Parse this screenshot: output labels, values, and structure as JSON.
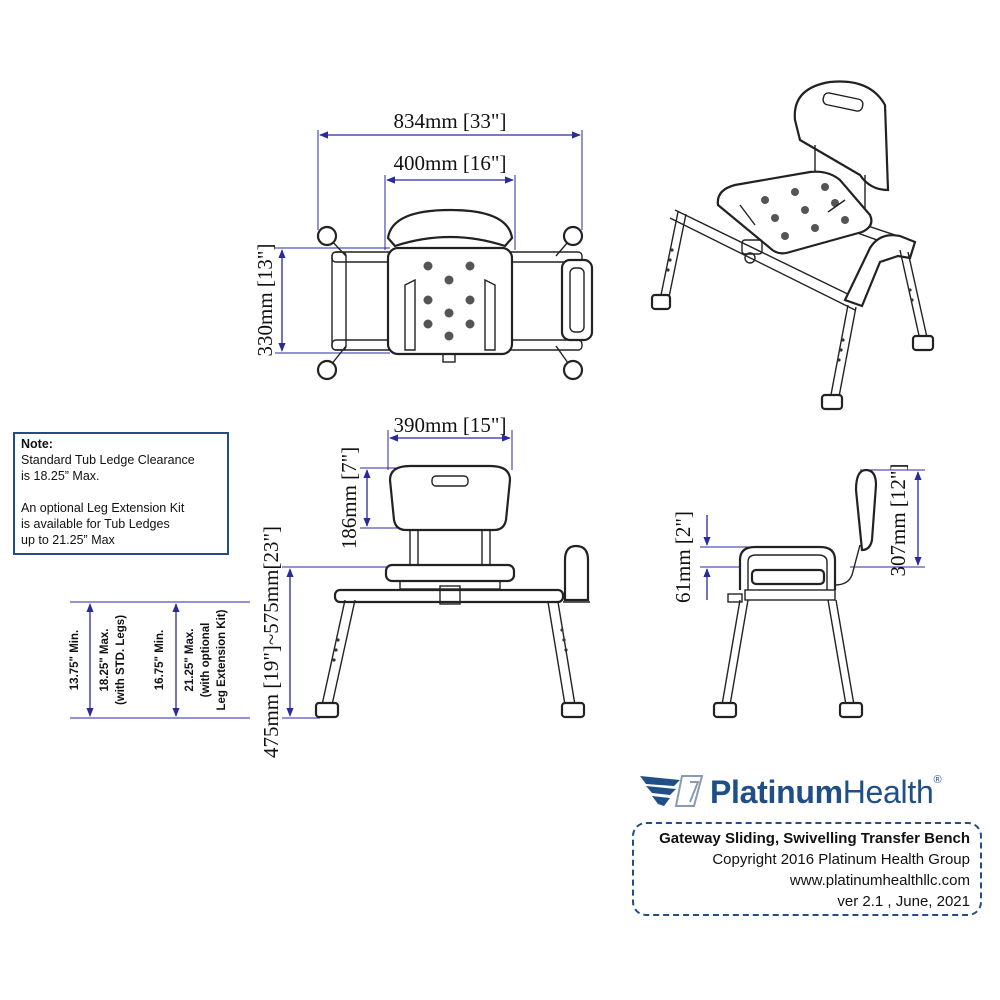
{
  "dimensions": {
    "overall_width": "834mm [33\"]",
    "seat_width": "400mm [16\"]",
    "seat_depth": "330mm [13\"]",
    "back_width": "390mm [15\"]",
    "back_height": "186mm [7\"]",
    "seat_height": "475mm [19\"]~575mm[23\"]",
    "armrest_height": "61mm [2\"]",
    "backrest_drop": "307mm [12\"]"
  },
  "ledge_labels": {
    "min_std": "13.75\" Min.",
    "max_std_line1": "18.25\" Max.",
    "max_std_line2": "(with STD. Legs)",
    "min_ext": "16.75\" Min.",
    "max_ext_line1": "21.25\" Max.",
    "max_ext_line2": "(with optional",
    "max_ext_line3": "Leg Extension Kit)"
  },
  "note": {
    "heading": "Note:",
    "line1": "Standard Tub Ledge Clearance",
    "line2": "is 18.25” Max.",
    "line3": "An optional Leg Extension Kit",
    "line4": "is available for Tub Ledges",
    "line5": "up to 21.25” Max"
  },
  "brand": {
    "name_bold": "Platinum",
    "name_regular": "Health",
    "logo_icon": "winged-emblem-icon",
    "color": "#1f4f86"
  },
  "info": {
    "title": "Gateway Sliding, Swivelling Transfer Bench",
    "copyright": "Copyright 2016 Platinum Health Group",
    "website": "www.platinumhealthllc.com",
    "version": "ver 2.1 , June, 2021"
  }
}
